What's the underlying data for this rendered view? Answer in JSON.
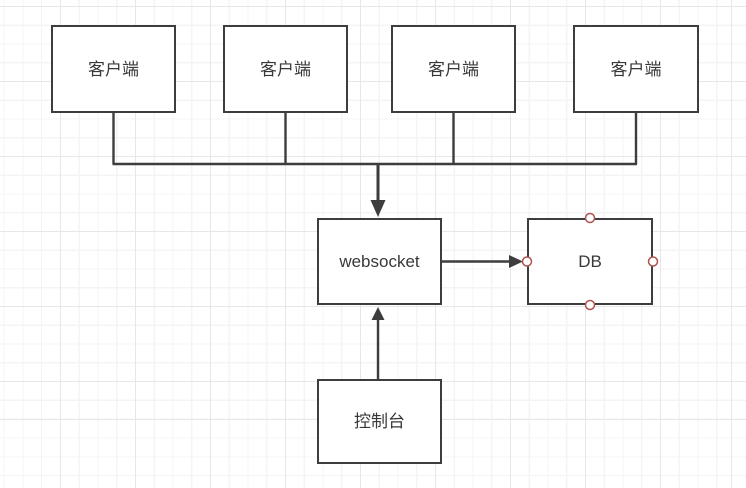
{
  "diagram": {
    "clients": [
      {
        "label": "客户端"
      },
      {
        "label": "客户端"
      },
      {
        "label": "客户端"
      },
      {
        "label": "客户端"
      }
    ],
    "server": {
      "label": "websocket"
    },
    "database": {
      "label": "DB"
    },
    "console": {
      "label": "控制台"
    },
    "colors": {
      "stroke": "#3d3d3d",
      "text": "#383838",
      "node_fill": "#ffffff",
      "handle_stroke": "#b0524e",
      "handle_fill": "#ffffff",
      "grid_minor": "#f4f4f4",
      "grid_major": "#e7e7e7",
      "canvas_bg": "#ffffff"
    }
  }
}
